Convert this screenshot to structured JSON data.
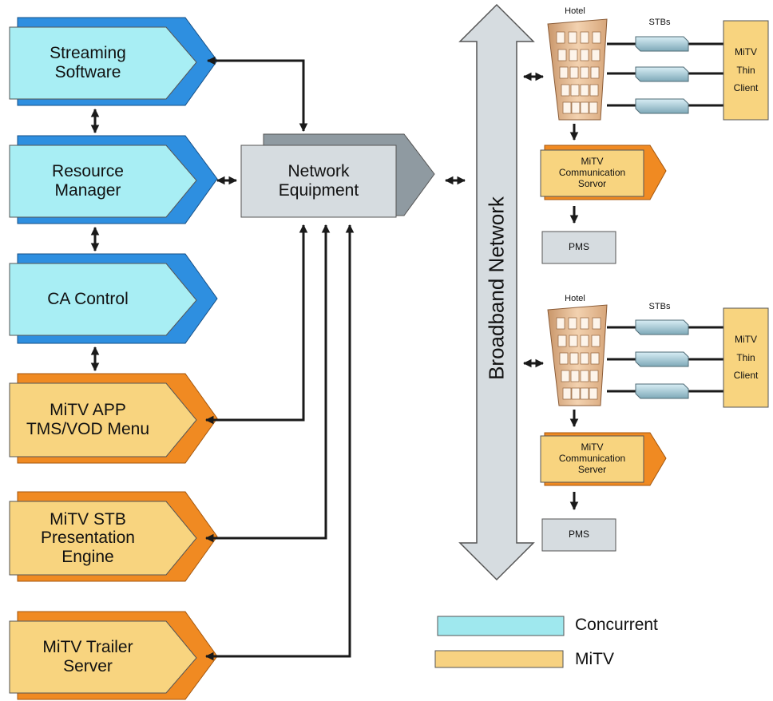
{
  "left_boxes": [
    {
      "lines": [
        "Streaming",
        "Software"
      ],
      "group": "concurrent"
    },
    {
      "lines": [
        "Resource",
        "Manager"
      ],
      "group": "concurrent"
    },
    {
      "lines": [
        "CA Control"
      ],
      "group": "concurrent"
    },
    {
      "lines": [
        "MiTV APP",
        "TMS/VOD Menu"
      ],
      "group": "mitv"
    },
    {
      "lines": [
        "MiTV STB",
        "Presentation",
        "Engine"
      ],
      "group": "mitv"
    },
    {
      "lines": [
        "MiTV Trailer",
        "Server"
      ],
      "group": "mitv"
    }
  ],
  "network_equipment": {
    "lines": [
      "Network",
      "Equipment"
    ]
  },
  "broadband_network": "Broadband Network",
  "hotel_sites": [
    {
      "hotel_label": "Hotel",
      "stbs_label": "STBs",
      "client_lines": [
        "MiTV",
        "Thin",
        "Client"
      ],
      "server_lines": [
        "MiTV",
        "Communication",
        "Sorvor"
      ],
      "pms_label": "PMS"
    },
    {
      "hotel_label": "Hotel",
      "stbs_label": "STBs",
      "client_lines": [
        "MiTV",
        "Thin",
        "Client"
      ],
      "server_lines": [
        "MiTV",
        "Communication",
        "Server"
      ],
      "pms_label": "PMS"
    }
  ],
  "legend": [
    {
      "label": "Concurrent",
      "color": "#9fe8ee"
    },
    {
      "label": "MiTV",
      "color": "#f7d281"
    }
  ],
  "colors": {
    "concurrent_fill": "#a8eef4",
    "concurrent_shadow": "#2e8fe0",
    "mitv_fill": "#f8d47f",
    "mitv_shadow": "#f08a22",
    "equipment_fill": "#d6dce0",
    "equipment_shadow": "#8f9aa1",
    "connector": "#1a1a1a"
  }
}
